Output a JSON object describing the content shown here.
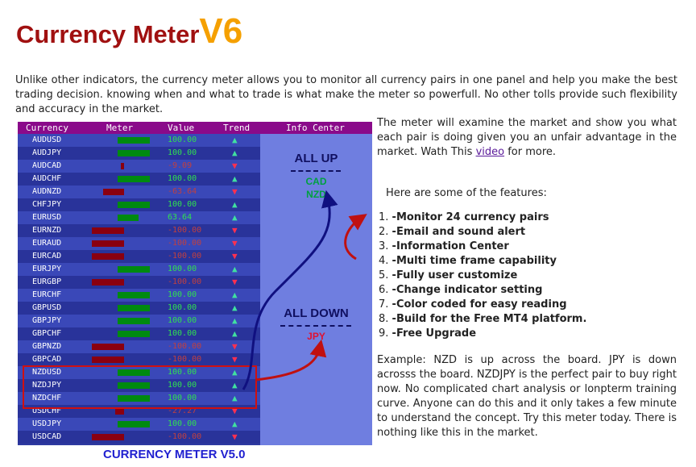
{
  "title": {
    "main": "Currency Meter",
    "version": "V6"
  },
  "intro": "Unlike other indicators, the currency meter allows you to monitor all currency pairs in one panel and help you make the best trading decision. knowing when and what to trade is what make the meter so powerfull. No other tolls provide such flexibility and accuracy in the market.",
  "panel": {
    "headers": {
      "currency": "Currency",
      "meter": "Meter",
      "value": "Value",
      "trend": "Trend",
      "info": "Info Center"
    },
    "rows": [
      {
        "pair": "AUDUSD",
        "value": "100.00",
        "meter": 1.0,
        "trend": "up"
      },
      {
        "pair": "AUDJPY",
        "value": "100.00",
        "meter": 1.0,
        "trend": "up"
      },
      {
        "pair": "AUDCAD",
        "value": "-9.09",
        "meter": -0.09,
        "trend": "down"
      },
      {
        "pair": "AUDCHF",
        "value": "100.00",
        "meter": 1.0,
        "trend": "up"
      },
      {
        "pair": "AUDNZD",
        "value": "-63.64",
        "meter": -0.64,
        "trend": "down"
      },
      {
        "pair": "CHFJPY",
        "value": "100.00",
        "meter": 1.0,
        "trend": "up"
      },
      {
        "pair": "EURUSD",
        "value": "63.64",
        "meter": 0.64,
        "trend": "up"
      },
      {
        "pair": "EURNZD",
        "value": "-100.00",
        "meter": -1.0,
        "trend": "down"
      },
      {
        "pair": "EURAUD",
        "value": "-100.00",
        "meter": -1.0,
        "trend": "down"
      },
      {
        "pair": "EURCAD",
        "value": "-100.00",
        "meter": -1.0,
        "trend": "down"
      },
      {
        "pair": "EURJPY",
        "value": "100.00",
        "meter": 1.0,
        "trend": "up"
      },
      {
        "pair": "EURGBP",
        "value": "-100.00",
        "meter": -1.0,
        "trend": "down"
      },
      {
        "pair": "EURCHF",
        "value": "100.00",
        "meter": 1.0,
        "trend": "up"
      },
      {
        "pair": "GBPUSD",
        "value": "100.00",
        "meter": 1.0,
        "trend": "up"
      },
      {
        "pair": "GBPJPY",
        "value": "100.00",
        "meter": 1.0,
        "trend": "up"
      },
      {
        "pair": "GBPCHF",
        "value": "100.00",
        "meter": 1.0,
        "trend": "up"
      },
      {
        "pair": "GBPNZD",
        "value": "-100.00",
        "meter": -1.0,
        "trend": "down"
      },
      {
        "pair": "GBPCAD",
        "value": "-100.00",
        "meter": -1.0,
        "trend": "down"
      },
      {
        "pair": "NZDUSD",
        "value": "100.00",
        "meter": 1.0,
        "trend": "up"
      },
      {
        "pair": "NZDJPY",
        "value": "100.00",
        "meter": 1.0,
        "trend": "up"
      },
      {
        "pair": "NZDCHF",
        "value": "100.00",
        "meter": 1.0,
        "trend": "up"
      },
      {
        "pair": "USDCHF",
        "value": "-27.27",
        "meter": -0.27,
        "trend": "down"
      },
      {
        "pair": "USDJPY",
        "value": "100.00",
        "meter": 1.0,
        "trend": "up"
      },
      {
        "pair": "USDCAD",
        "value": "-100.00",
        "meter": -1.0,
        "trend": "down"
      }
    ],
    "info_center": {
      "all_up": "ALL UP",
      "up_currencies": [
        "CAD",
        "NZD"
      ],
      "all_down": "ALL DOWN",
      "down_currencies": [
        "JPY"
      ]
    },
    "caption": "CURRENCY METER V5.0"
  },
  "side": {
    "description_before": "The meter will examine the market and show you what each pair is doing given you an unfair advantage in the market. Wath This ",
    "video_link": "video",
    "description_after": " for more.",
    "features_heading": "Here are some of the features:",
    "features": [
      "-Monitor 24 currency pairs",
      "-Email and sound alert",
      "-Information Center",
      "-Multi time frame capability",
      "-Fully user customize",
      "-Change  indicator setting",
      "-Color coded for easy reading",
      "-Build for the Free MT4 platform.",
      "-Free Upgrade"
    ],
    "example": "Example: NZD is up across the board. JPY is down acrosss the board. NZDJPY is the perfect pair to buy right now. No complicated chart analysis or lonpterm training curve. Anyone can do this and it only takes a few minute to understand the concept. Try this meter today. There is nothing like this in the market."
  },
  "colors": {
    "title": "#a01010",
    "version": "#f5a000",
    "up": "#00c040",
    "down": "#e01030",
    "panel_header": "#8a0a8a"
  }
}
